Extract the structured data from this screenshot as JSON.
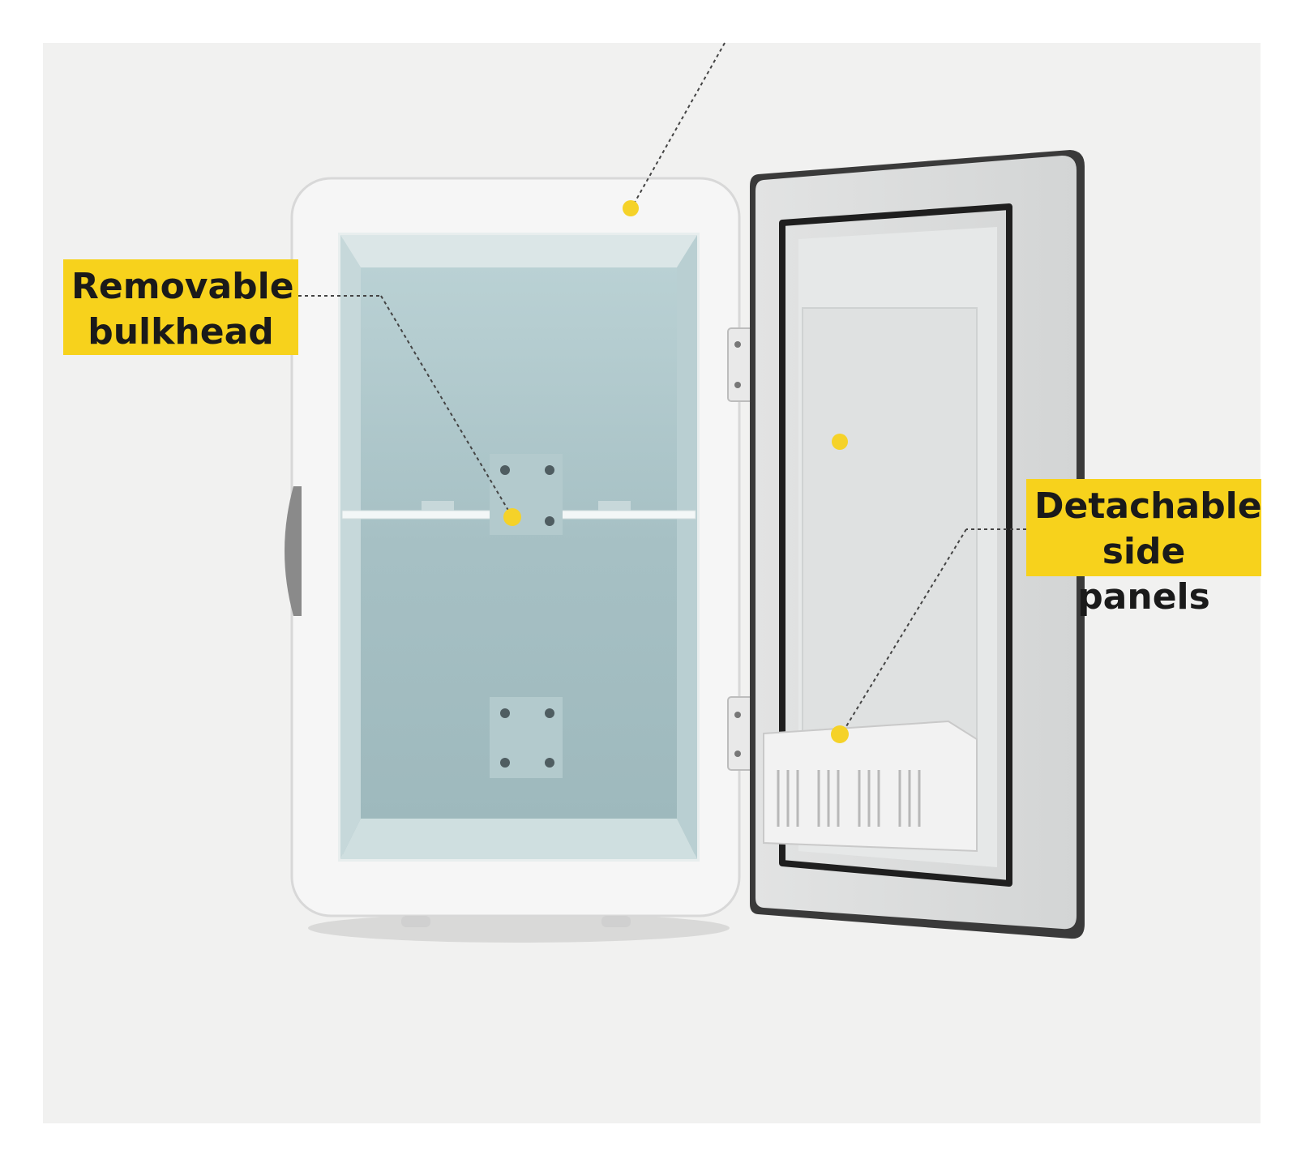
{
  "callouts": {
    "bulkhead": {
      "line1": "Removable",
      "line2": "bulkhead"
    },
    "panels": {
      "line1": "Detachable",
      "line2": "side panels"
    }
  },
  "colors": {
    "callout_bg": "#f7d21c",
    "marker_dot": "#f5d229",
    "interior": "#a9c4c8",
    "shell": "#f4f4f4"
  }
}
